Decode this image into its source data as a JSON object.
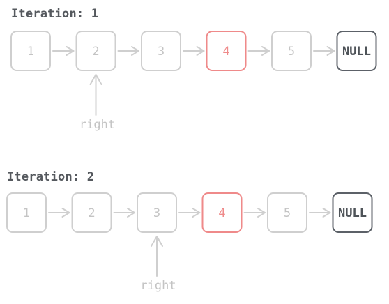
{
  "colors": {
    "inactive": "#cfcfcf",
    "inactive_text": "#c4c4c4",
    "highlight": "#ef8a8a",
    "null_stroke": "#5c6168",
    "null_text": "#4e5358",
    "heading_text": "#55595e",
    "pointer": "#cfcfcf"
  },
  "rows": [
    {
      "title": "Iteration: 1",
      "nodes": [
        {
          "label": "1",
          "state": "inactive"
        },
        {
          "label": "2",
          "state": "inactive"
        },
        {
          "label": "3",
          "state": "inactive"
        },
        {
          "label": "4",
          "state": "highlight"
        },
        {
          "label": "5",
          "state": "inactive"
        },
        {
          "label": "NULL",
          "state": "null"
        }
      ],
      "pointer": {
        "label": "right",
        "node_index": 1
      }
    },
    {
      "title": "Iteration: 2",
      "nodes": [
        {
          "label": "1",
          "state": "inactive"
        },
        {
          "label": "2",
          "state": "inactive"
        },
        {
          "label": "3",
          "state": "inactive"
        },
        {
          "label": "4",
          "state": "highlight"
        },
        {
          "label": "5",
          "state": "inactive"
        },
        {
          "label": "NULL",
          "state": "null"
        }
      ],
      "pointer": {
        "label": "right",
        "node_index": 2
      }
    }
  ]
}
